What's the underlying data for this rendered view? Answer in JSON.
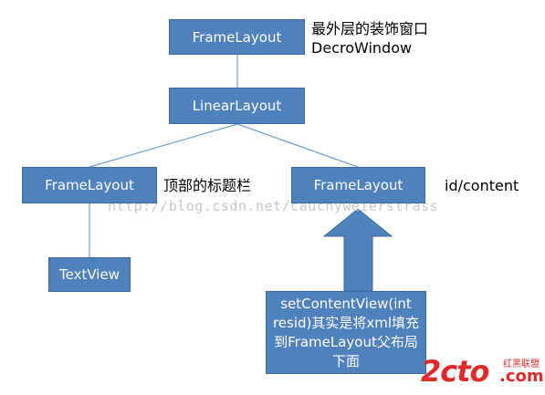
{
  "nodes": {
    "root": "FrameLayout",
    "linear": "LinearLayout",
    "title_frame": "FrameLayout",
    "content_frame": "FrameLayout",
    "textview": "TextView"
  },
  "labels": {
    "root_line1": "最外层的装饰窗口",
    "root_line2": "DecroWindow",
    "title_frame": "顶部的标题栏",
    "content_frame": "id/content"
  },
  "note_lines": [
    "setContentView(int",
    "resid)其实是将xml填充",
    "到FrameLayout父布局",
    "下面"
  ],
  "watermark": "http://blog.csdn.net/cauchyweierstrass",
  "logo": {
    "main": "2cto",
    "top": "红黑联盟",
    "com": ".com"
  },
  "colors": {
    "node_fill": "#4f81bd",
    "line": "#6fa0d6",
    "arrow_fill": "#4f81bd"
  }
}
